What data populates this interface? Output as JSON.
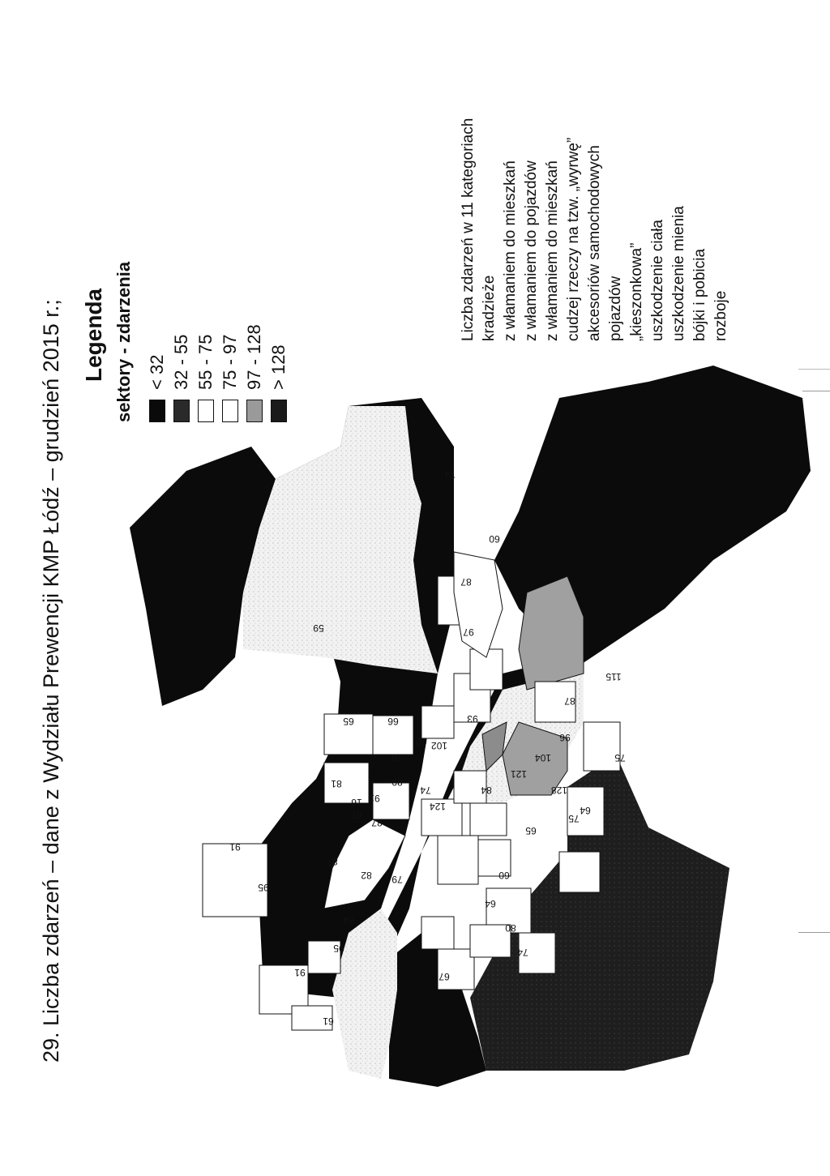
{
  "page": {
    "title": "29. Liczba zdarzeń – dane z Wydziału Prewencji KMP Łódź – grudzień 2015 r.;"
  },
  "legend": {
    "title": "Legenda",
    "subtitle": "sektory  - zdarzenia",
    "items": [
      {
        "label": "< 32",
        "color": "#0a0a0a"
      },
      {
        "label": "32 - 55",
        "color": "#2a2a2a"
      },
      {
        "label": "55 - 75",
        "color": "#ffffff"
      },
      {
        "label": "75 - 97",
        "color": "#ffffff"
      },
      {
        "label": "97 - 128",
        "color": "#9a9a9a"
      },
      {
        "label": "> 128",
        "color": "#1a1a1a"
      }
    ]
  },
  "categories": {
    "heading": "Liczba zdarzeń w 11 kategoriach",
    "items": [
      "kradzieże",
      "z włamaniem do mieszkań",
      "z włamaniem do pojazdów",
      "z włamaniem do mieszkań",
      "cudzej rzeczy na tzw. „wyrwę”",
      "akcesoriów samochodowych",
      "pojazdów",
      "„kieszonkowa”",
      "uszkodzenie ciała",
      "uszkodzenie mienia",
      "bójki i pobicia",
      "rozboje"
    ]
  },
  "sector_labels": [
    "59",
    "74",
    "60",
    "87",
    "97",
    "65",
    "66",
    "60",
    "102",
    "93",
    "87",
    "81",
    "78",
    "89",
    "91",
    "74",
    "124",
    "16",
    "67",
    "87",
    "121",
    "104",
    "115",
    "96",
    "84",
    "128",
    "75",
    "64",
    "75",
    "65",
    "60",
    "91",
    "95",
    "87",
    "82",
    "79",
    "84",
    "64",
    "80",
    "74",
    "95",
    "91",
    "67",
    "61"
  ]
}
